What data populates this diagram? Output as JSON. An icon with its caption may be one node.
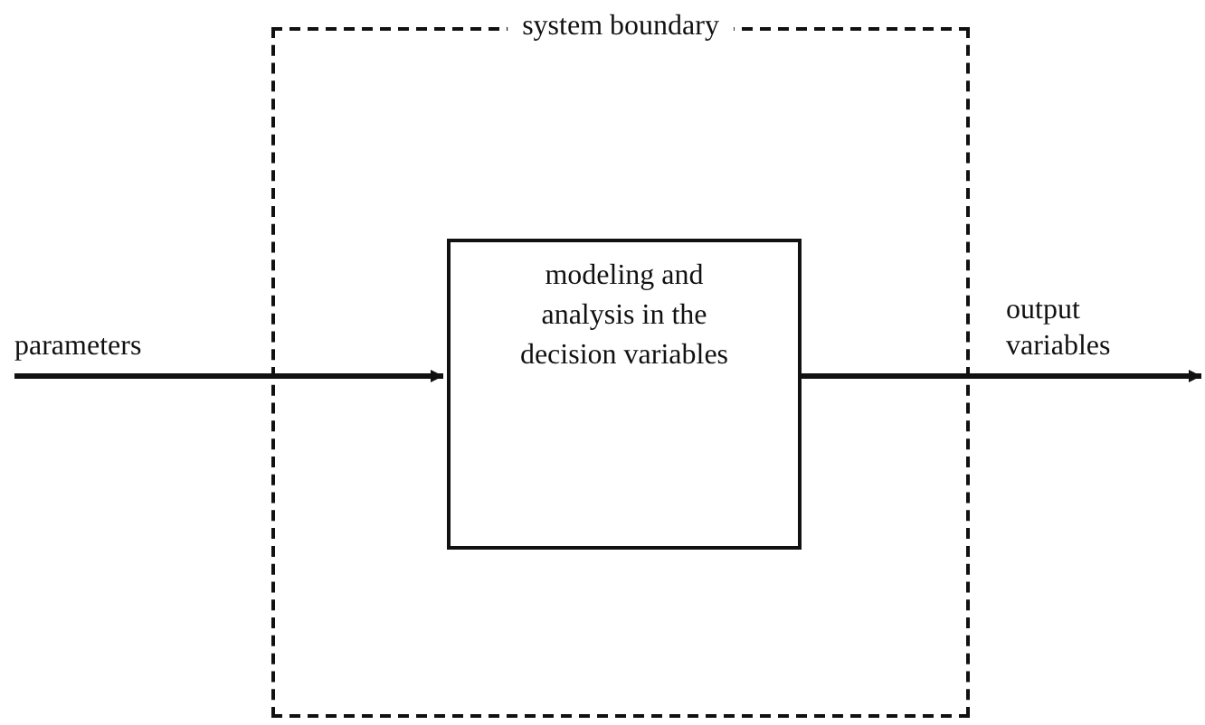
{
  "diagram": {
    "nodes": [
      {
        "text": [
          "system boundary"
        ]
      },
      {
        "text": [
          "modeling and analysis in the decision variables"
        ],
        "in": 0
      }
    ],
    "edges": [
      {
        "from": null,
        "to": 1,
        "arrow": "to",
        "label": "parameters"
      },
      {
        "from": 1,
        "to": null,
        "arrow": "to",
        "label": "output variables"
      }
    ]
  }
}
